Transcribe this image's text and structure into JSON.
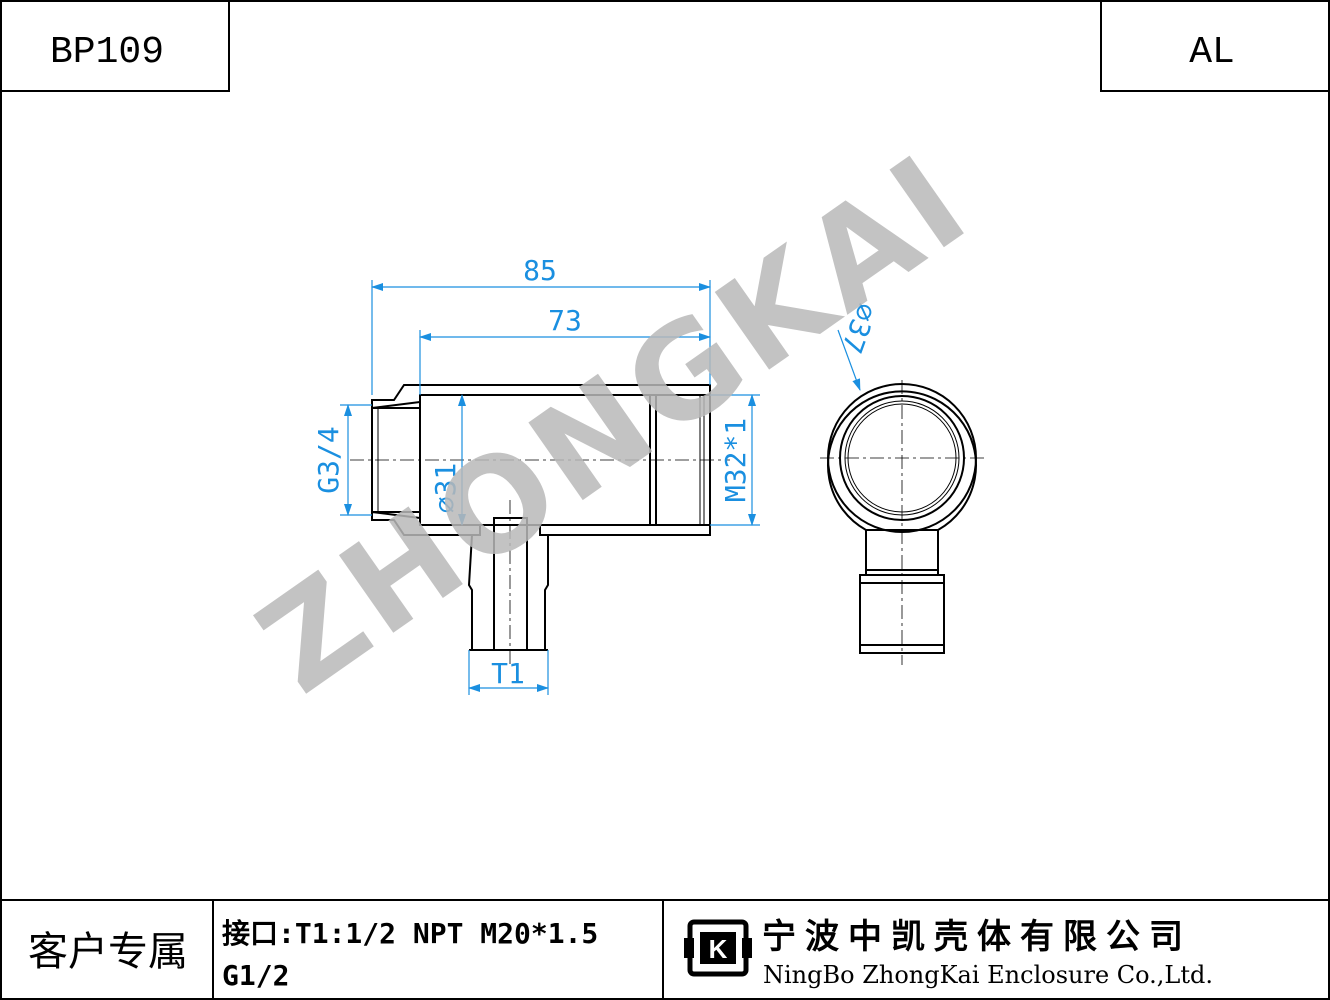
{
  "header": {
    "part_code": "BP109",
    "material": "AL"
  },
  "drawing": {
    "watermark": "ZHONGKAI",
    "dimensions": {
      "overall_length": "85",
      "body_length": "73",
      "inlet_thread": "G3/4",
      "bore_diameter": "⌀31",
      "outlet_thread": "M32*1",
      "branch_thread": "T1",
      "end_view_diameter": "⌀37"
    },
    "colors": {
      "dimension": "#1a8fe0",
      "watermark": "#b9b9b9",
      "line": "#000000"
    }
  },
  "footer": {
    "customer_label": "客户专属",
    "spec_line1": "接口:T1:1/2 NPT M20*1.5",
    "spec_line2": "G1/2",
    "company_logo_letter": "K",
    "company_name_cn": "宁波中凯壳体有限公司",
    "company_name_en": "NingBo ZhongKai Enclosure Co.,Ltd."
  }
}
